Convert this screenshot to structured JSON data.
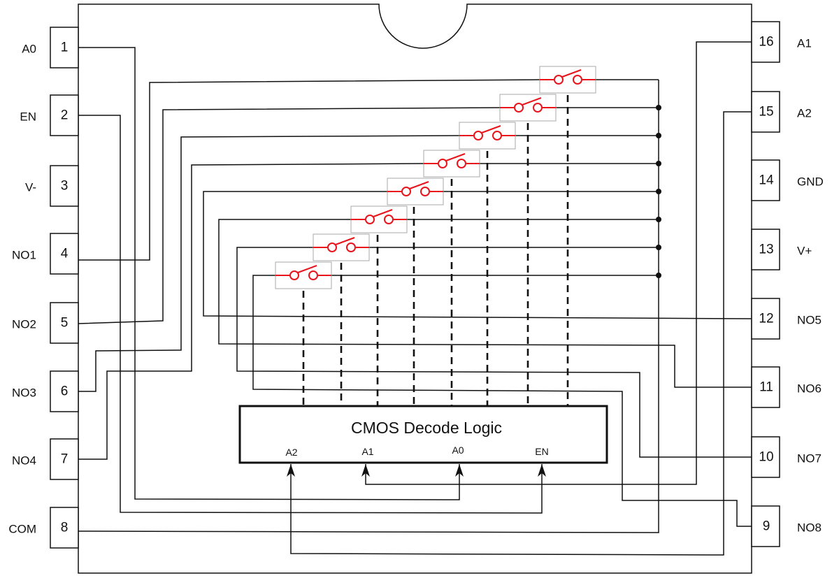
{
  "diagram": {
    "title": "8-channel analog multiplexer pinout and functional diagram",
    "package_pins": {
      "left": [
        {
          "number": "1",
          "label": "A0"
        },
        {
          "number": "2",
          "label": "EN"
        },
        {
          "number": "3",
          "label": "V-"
        },
        {
          "number": "4",
          "label": "NO1"
        },
        {
          "number": "5",
          "label": "NO2"
        },
        {
          "number": "6",
          "label": "NO3"
        },
        {
          "number": "7",
          "label": "NO4"
        },
        {
          "number": "8",
          "label": "COM"
        }
      ],
      "right": [
        {
          "number": "16",
          "label": "A1"
        },
        {
          "number": "15",
          "label": "A2"
        },
        {
          "number": "14",
          "label": "GND"
        },
        {
          "number": "13",
          "label": "V+"
        },
        {
          "number": "12",
          "label": "NO5"
        },
        {
          "number": "11",
          "label": "NO6"
        },
        {
          "number": "10",
          "label": "NO7"
        },
        {
          "number": "9",
          "label": "NO8"
        }
      ]
    },
    "switches": [
      {
        "channel": "NO1",
        "state": "open"
      },
      {
        "channel": "NO2",
        "state": "open"
      },
      {
        "channel": "NO3",
        "state": "open"
      },
      {
        "channel": "NO4",
        "state": "open"
      },
      {
        "channel": "NO5",
        "state": "open"
      },
      {
        "channel": "NO6",
        "state": "open"
      },
      {
        "channel": "NO7",
        "state": "open"
      },
      {
        "channel": "NO8",
        "state": "open"
      }
    ],
    "decoder": {
      "title": "CMOS Decode Logic",
      "inputs": [
        "A2",
        "A1",
        "A0",
        "EN"
      ]
    },
    "colors": {
      "wire": "#111111",
      "switch": "#e8131b",
      "switch_box": "#aaaaaa"
    }
  }
}
